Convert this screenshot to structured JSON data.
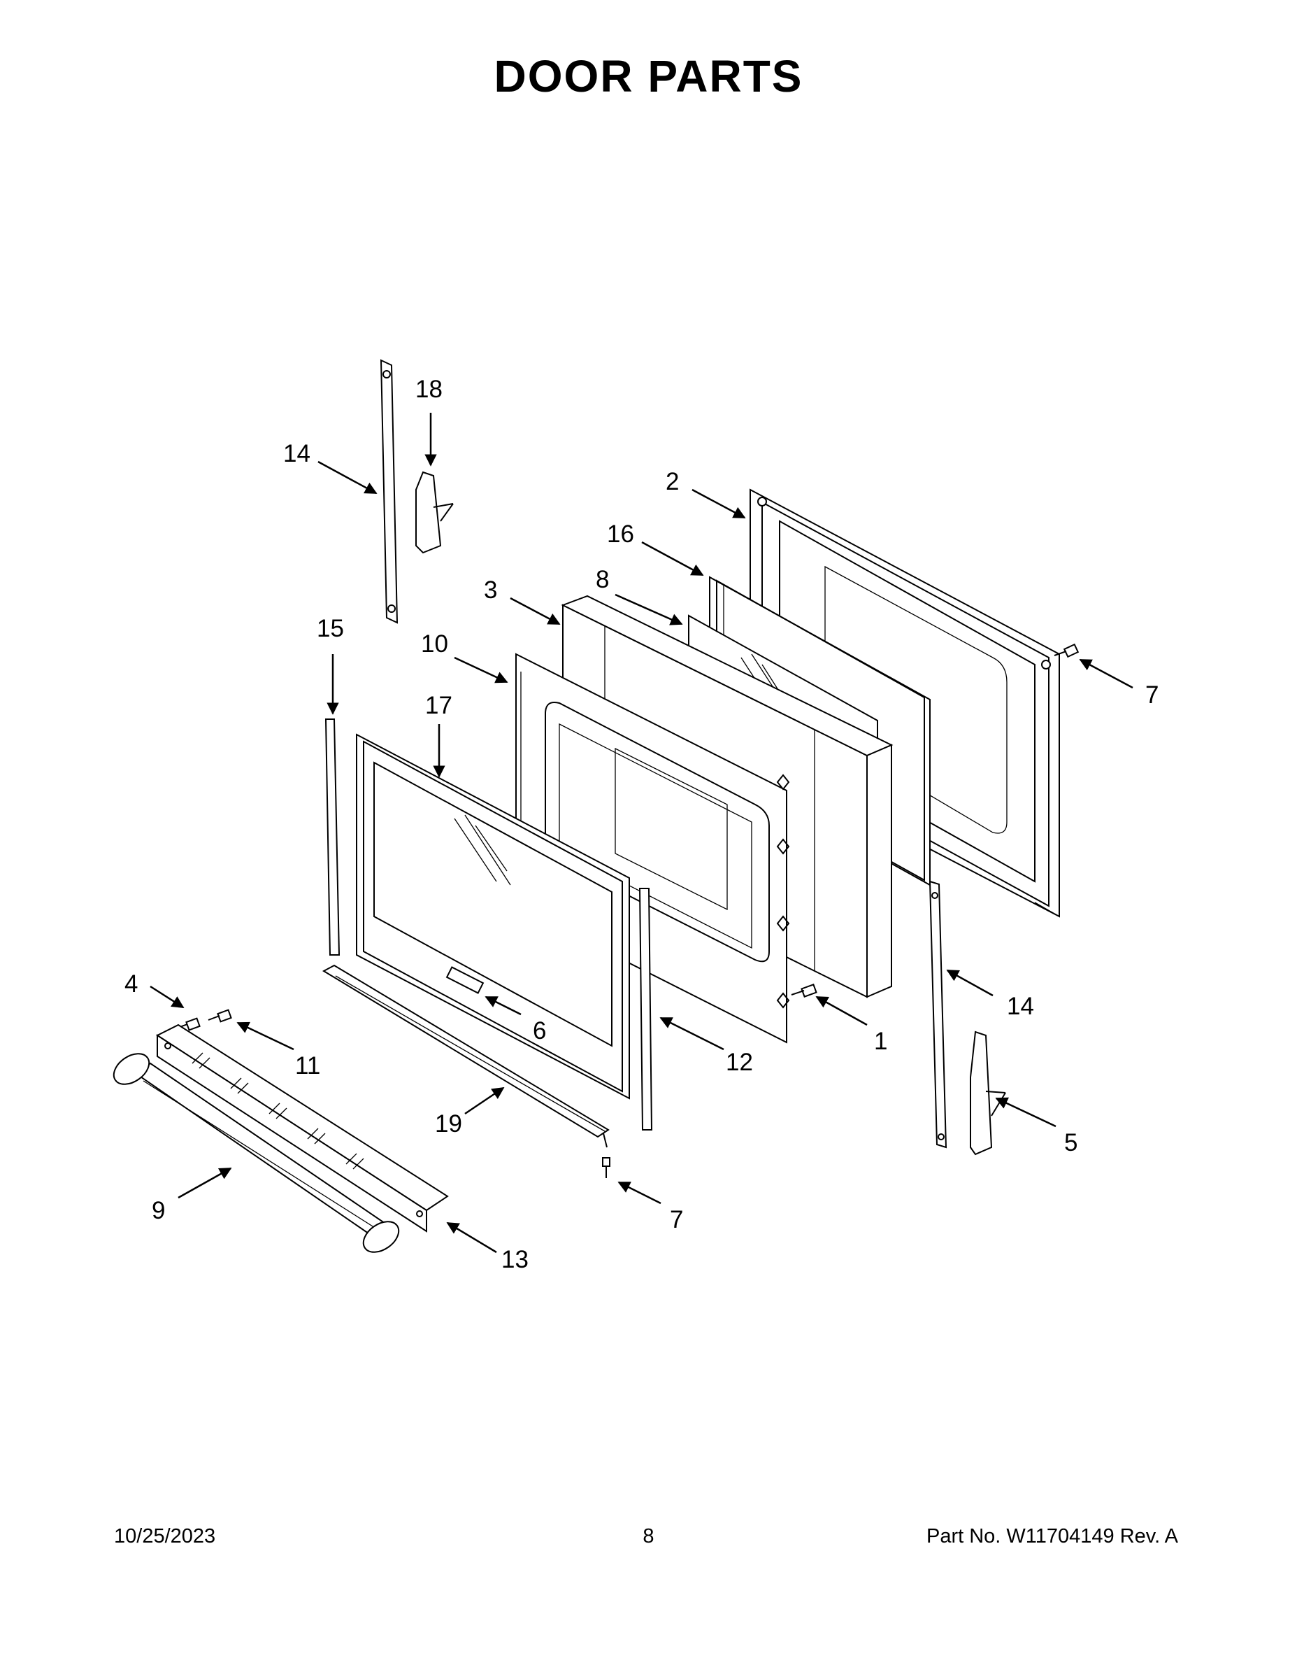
{
  "title": "DOOR PARTS",
  "callouts": {
    "c1": "1",
    "c2": "2",
    "c3": "3",
    "c4": "4",
    "c5": "5",
    "c6": "6",
    "c7a": "7",
    "c7b": "7",
    "c8": "8",
    "c9": "9",
    "c10": "10",
    "c11": "11",
    "c12": "12",
    "c13": "13",
    "c14a": "14",
    "c14b": "14",
    "c15": "15",
    "c16": "16",
    "c17": "17",
    "c18": "18",
    "c19": "19"
  },
  "footer": {
    "date": "10/25/2023",
    "page": "8",
    "part": "Part No.  W11704149  Rev.  A"
  }
}
